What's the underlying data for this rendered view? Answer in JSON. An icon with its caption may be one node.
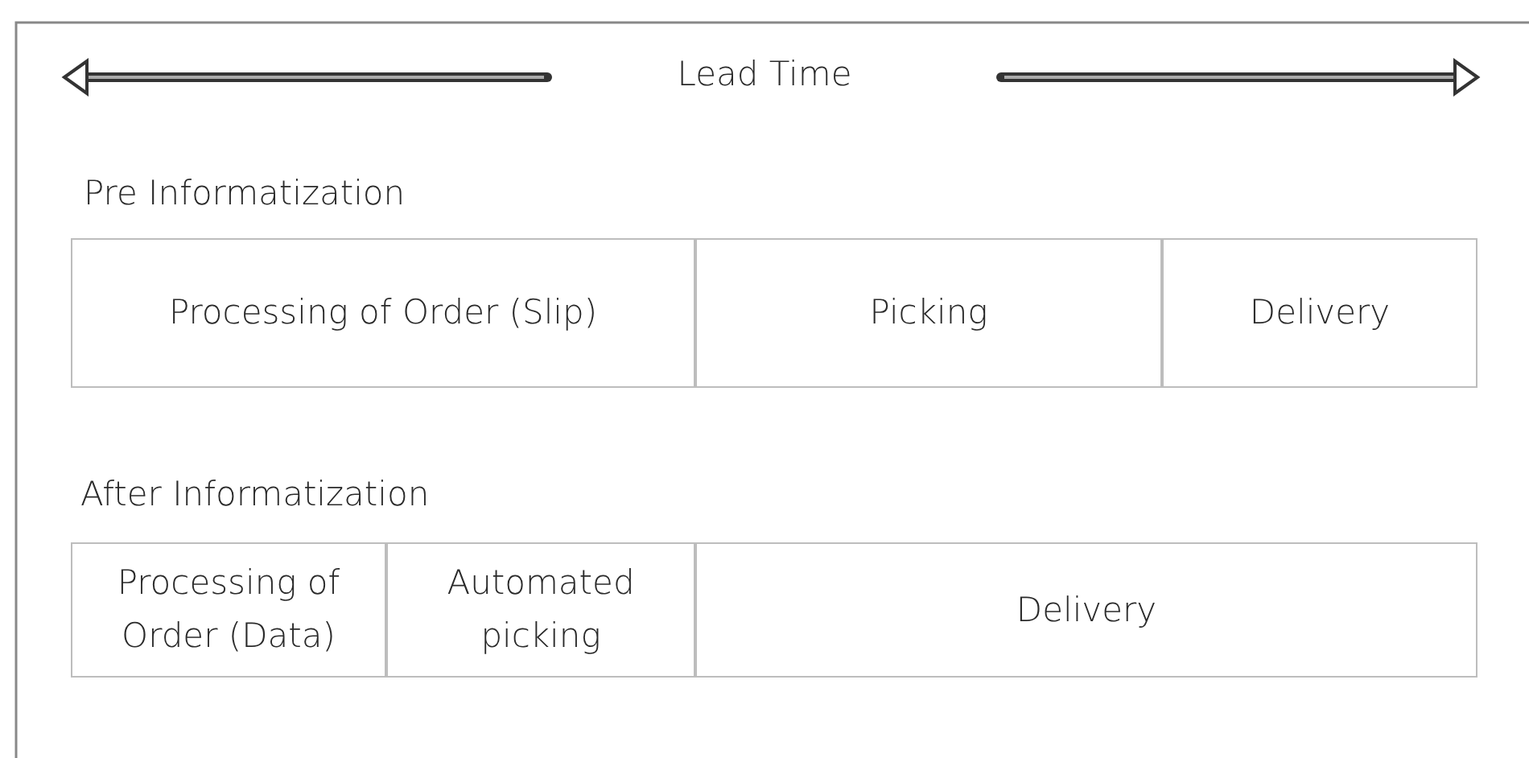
{
  "diagram": {
    "nodes": [
      {
        "text": [
          "Processing of Order (Slip)"
        ]
      },
      {
        "text": [
          "Picking"
        ]
      },
      {
        "text": [
          "Delivery"
        ]
      },
      {
        "text": [
          "Processing of Order (Data)"
        ]
      },
      {
        "text": [
          "Automated picking"
        ]
      },
      {
        "text": [
          "Delivery"
        ]
      }
    ],
    "labels": [
      "Lead Time",
      "Pre Informatization",
      "After Informatization"
    ]
  }
}
